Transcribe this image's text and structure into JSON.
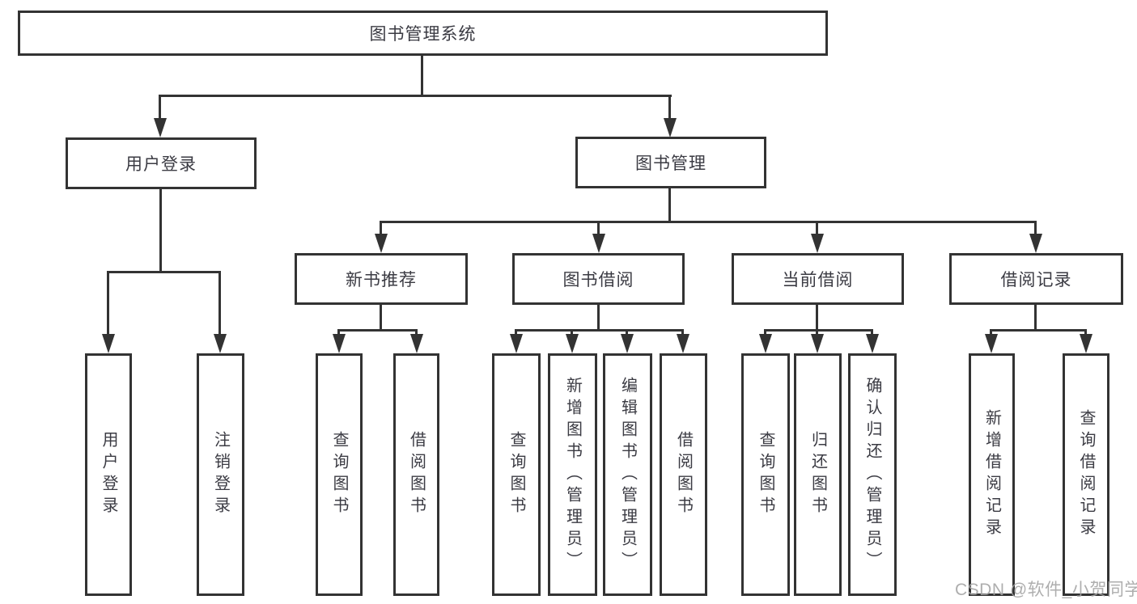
{
  "diagram": {
    "root": "图书管理系统",
    "branches": [
      {
        "label": "用户登录",
        "children": [
          "用户登录",
          "注销登录"
        ]
      },
      {
        "label": "图书管理",
        "children": [
          {
            "label": "新书推荐",
            "children": [
              "查询图书",
              "借阅图书"
            ]
          },
          {
            "label": "图书借阅",
            "children": [
              "查询图书",
              "新增图书（管理员）",
              "编辑图书（管理员）",
              "借阅图书"
            ]
          },
          {
            "label": "当前借阅",
            "children": [
              "查询图书",
              "归还图书",
              "确认归还（管理员）"
            ]
          },
          {
            "label": "借阅记录",
            "children": [
              "新增借阅记录",
              "查询借阅记录"
            ]
          }
        ]
      }
    ]
  },
  "colors": {
    "line": "#333333",
    "text": "#3b3b43",
    "background": "#ffffff",
    "watermark_gray": "#a3a3a3"
  },
  "watermark": {
    "text": "CSDN @软件_小贺同学"
  }
}
